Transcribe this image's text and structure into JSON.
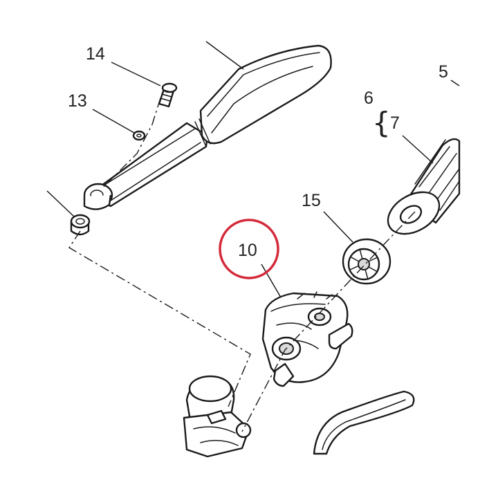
{
  "diagram": {
    "callouts": [
      {
        "id": "14",
        "text": "14"
      },
      {
        "id": "13",
        "text": "13"
      },
      {
        "id": "5",
        "text": "5"
      },
      {
        "id": "6",
        "text": "6"
      },
      {
        "id": "7",
        "text": "7"
      },
      {
        "id": "15",
        "text": "15"
      },
      {
        "id": "10",
        "text": "10"
      }
    ],
    "brace": "{",
    "highlight": {
      "part": "10",
      "color": "#d42a3a"
    }
  }
}
